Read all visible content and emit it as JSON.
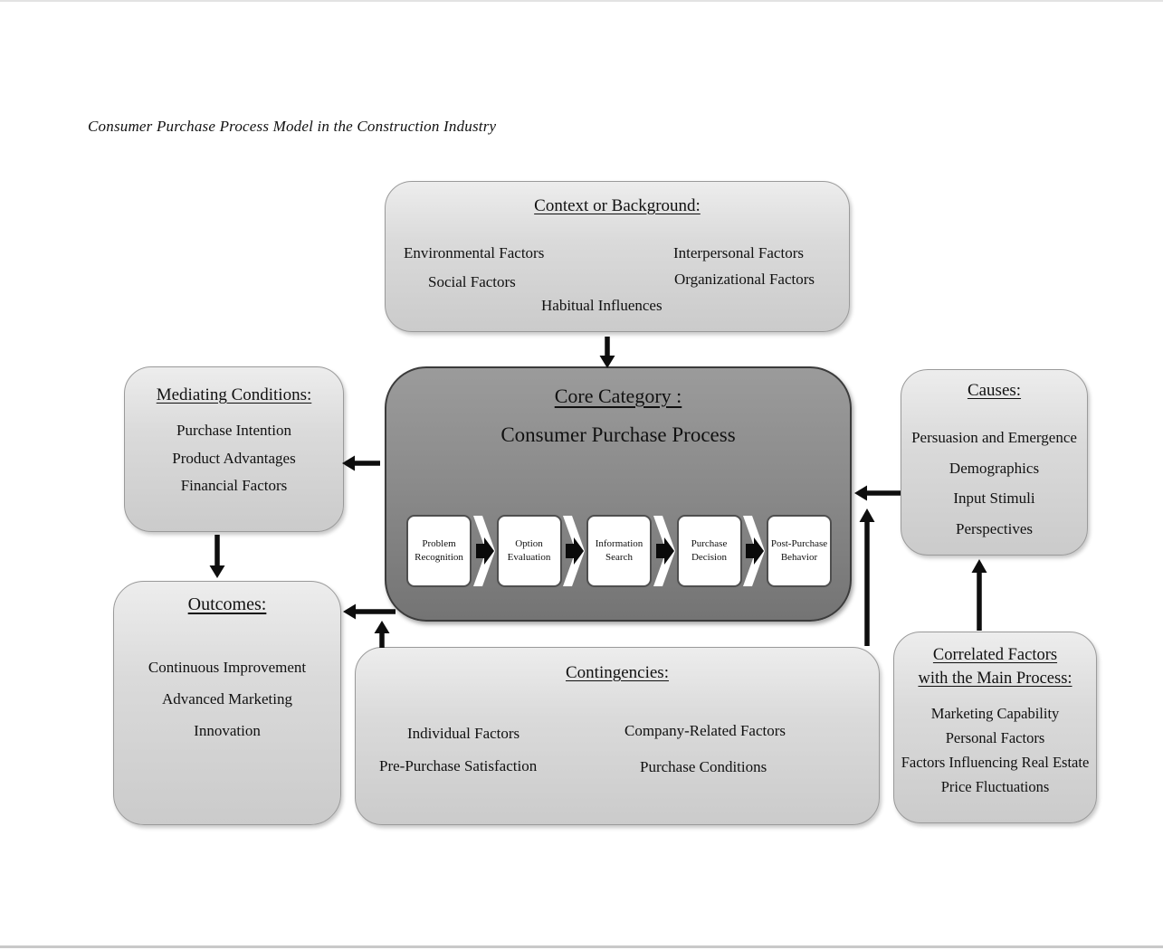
{
  "page_title": "Consumer Purchase Process Model in the Construction Industry",
  "context": {
    "title": "Context or Background:",
    "items": [
      "Environmental Factors",
      "Interpersonal Factors",
      "Social Factors",
      "Organizational Factors",
      "Habitual Influences"
    ]
  },
  "core": {
    "title": "Core Category :",
    "subtitle": "Consumer Purchase Process",
    "steps": [
      "Problem Recognition",
      "Option Evaluation",
      "Information Search",
      "Purchase Decision",
      "Post-Purchase Behavior"
    ]
  },
  "mediating": {
    "title": "Mediating Conditions:",
    "items": [
      "Purchase Intention",
      "Product Advantages",
      "Financial Factors"
    ]
  },
  "outcomes": {
    "title": "Outcomes:",
    "items": [
      "Continuous Improvement",
      "Advanced Marketing",
      "Innovation"
    ]
  },
  "causes": {
    "title": "Causes:",
    "items": [
      "Persuasion and Emergence",
      "Demographics",
      "Input Stimuli",
      "Perspectives"
    ]
  },
  "contingencies": {
    "title": "Contingencies:",
    "items": [
      "Individual Factors",
      "Company-Related Factors",
      "Pre-Purchase Satisfaction",
      "Purchase Conditions"
    ]
  },
  "correlated": {
    "title_line1": "Correlated Factors",
    "title_line2": "with the Main Process:",
    "items": [
      "Marketing Capability",
      "Personal Factors",
      "Factors Influencing Real Estate Price Fluctuations"
    ]
  },
  "colors": {
    "light_box_fill_top": "#ededed",
    "light_box_fill_bottom": "#cbcbcb",
    "light_box_border": "#9a9a9a",
    "core_box_fill_top": "#9b9b9b",
    "core_box_fill_bottom": "#747474",
    "core_box_border": "#3b3b3b",
    "step_box_fill": "#ffffff",
    "step_box_border": "#4f4f4f",
    "arrow_color": "#0e0e0e",
    "text_color": "#111111"
  }
}
